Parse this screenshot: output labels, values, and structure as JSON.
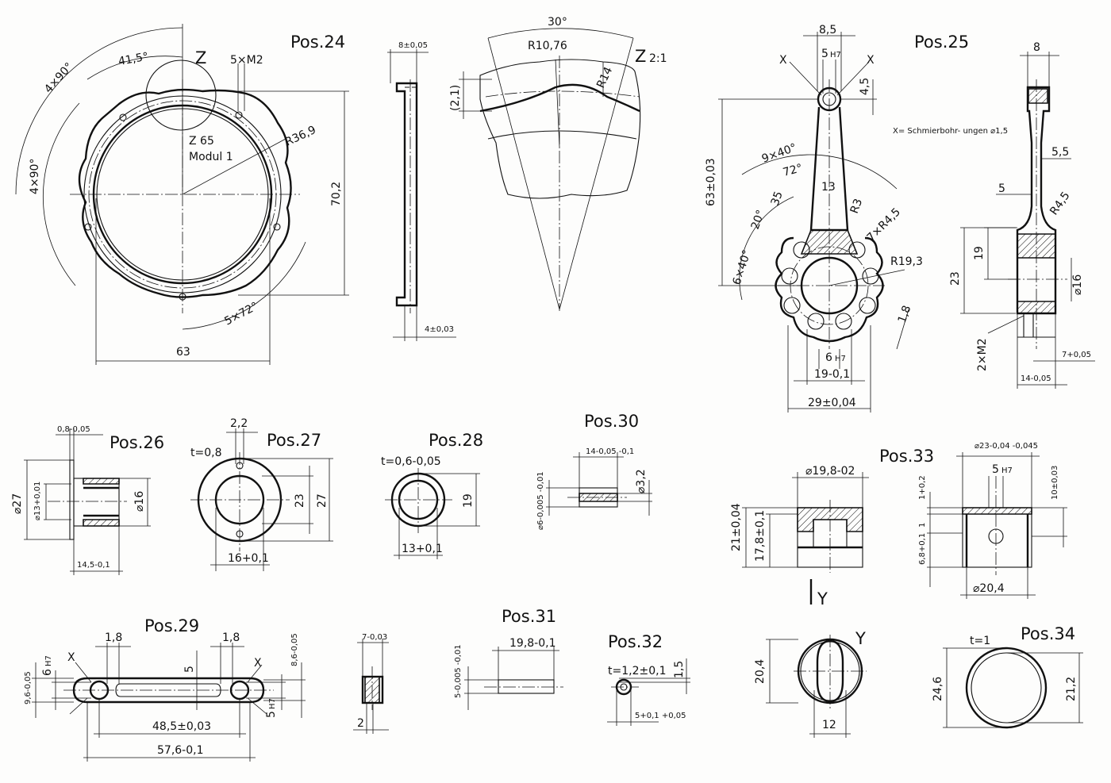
{
  "positions": {
    "p24": "Pos.24",
    "p25": "Pos.25",
    "p26": "Pos.26",
    "p27": "Pos.27",
    "p28": "Pos.28",
    "p29": "Pos.29",
    "p30": "Pos.30",
    "p31": "Pos.31",
    "p32": "Pos.32",
    "p33": "Pos.33",
    "p34": "Pos.34"
  },
  "pos24": {
    "detail_mark": "Z",
    "angle_415": "41,5°",
    "angle_4x90_a": "4×90°",
    "angle_4x90_b": "4×90°",
    "thread": "5×M2",
    "gear": "Z 65",
    "module": "Modul 1",
    "radius": "R36,9",
    "height": "70,2",
    "width": "63",
    "angle_5x72": "5×72°"
  },
  "pos24_side": {
    "thickness": "8±0,05",
    "flange": "4±0,03"
  },
  "detailZ": {
    "label": "Z",
    "scale": "2:1",
    "angle": "30°",
    "r1": "R10,76",
    "r2": "R14",
    "depth": "(2,1)"
  },
  "pos25": {
    "top_width": "8,5",
    "bore": "5",
    "bore_tol": "H7",
    "x_left": "X",
    "x_right": "X",
    "top_offset": "4,5",
    "length": "63±0,03",
    "note": "X= Schmierbohr- ungen ⌀1,5",
    "a9x40": "9×40°",
    "a72": "72°",
    "w13": "13",
    "a20": "20°",
    "r35": "35",
    "r3": "R3",
    "r7x45": "7×R4,5",
    "r193": "R19,3",
    "a6x40": "6×40°",
    "r18": "1,8",
    "hub_bore": "6",
    "hub_tol": "H7",
    "hub_w": "19-0,1",
    "outer_w": "29±0,04"
  },
  "pos25_side": {
    "w8": "8",
    "d55": "5,5",
    "d5": "5",
    "r45": "R4,5",
    "h19": "19",
    "h23": "23",
    "d16": "⌀16",
    "thread": "2×M2",
    "d7": "7+0,05",
    "w14": "14-0,05"
  },
  "pos26": {
    "flange": "0,8-0,05",
    "outer": "⌀27",
    "bore": "⌀13+0,01",
    "shaft": "⌀16",
    "length": "14,5-0,1"
  },
  "pos27": {
    "t": "t=0,8",
    "hole": "2,2",
    "h23": "23",
    "h27": "27",
    "bore": "16+0,1"
  },
  "pos28": {
    "t": "t=0,6-0,05",
    "h19": "19",
    "bore": "13+0,1"
  },
  "pos30": {
    "len": "14-0,05 -0,1",
    "od": "⌀6-0,005 -0,01",
    "id": "⌀3,2"
  },
  "pos33": {
    "d198": "⌀19,8-02",
    "od": "⌀23-0,04 -0,045",
    "bore": "5",
    "bore_tol": "H7",
    "h21": "21±0,04",
    "h178": "17,8±0,1",
    "h1": "1+0,2",
    "h1b": "1",
    "h10": "10±0,03",
    "h68": "6,8+0,1",
    "d204": "⌀20,4",
    "view": "Y"
  },
  "pos29": {
    "s18a": "1,8",
    "s18b": "1,8",
    "x_l": "X",
    "x_r": "X",
    "h5": "5",
    "h96": "9,6-0,05",
    "h6": "6",
    "h6_tol": "H7",
    "h86": "8,6-0,05",
    "h5b": "5",
    "h5b_tol": "H7",
    "c485": "48,5±0,03",
    "c576": "57,6-0,1"
  },
  "pos29_side": {
    "w7": "7-0,03",
    "h2": "2"
  },
  "pos31": {
    "len": "19,8-0,1",
    "d": "5-0,005 -0,01"
  },
  "pos32": {
    "t": "t=1,2±0,1",
    "h15": "1,5",
    "d5": "5+0,1 +0,05"
  },
  "viewY": {
    "label": "Y",
    "h204": "20,4",
    "w12": "12"
  },
  "pos34": {
    "t": "t=1",
    "h246": "24,6",
    "h212": "21,2"
  }
}
